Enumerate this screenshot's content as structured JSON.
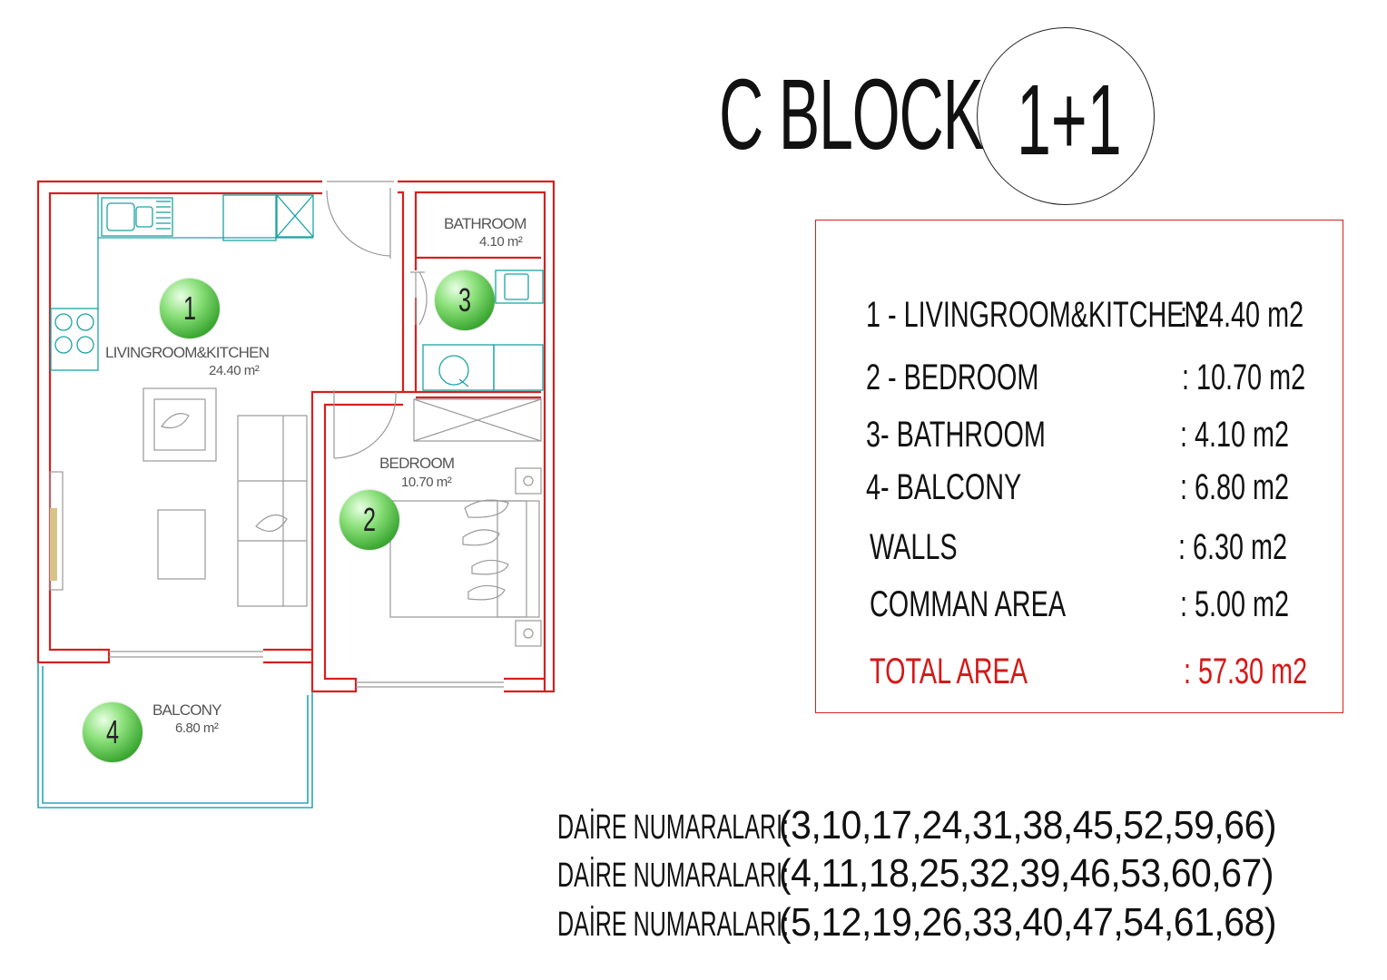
{
  "header": {
    "block_title": "C BLOCK",
    "unit_type": "1+1"
  },
  "rooms": [
    {
      "id": "1",
      "name": "LIVINGROOM&KITCHEN",
      "area": "24.40 m²"
    },
    {
      "id": "2",
      "name": "BEDROOM",
      "area": "10.70 m²"
    },
    {
      "id": "3",
      "name": "BATHROOM",
      "area": "4.10 m²"
    },
    {
      "id": "4",
      "name": "BALCONY",
      "area": "6.80 m²"
    }
  ],
  "area_table": [
    {
      "label": "1 - LIVINGROOM&KITCHEN",
      "value": ": 24.40 m2"
    },
    {
      "label": "2 - BEDROOM",
      "value": ": 10.70 m2"
    },
    {
      "label": "3- BATHROOM",
      "value": ": 4.10 m2"
    },
    {
      "label": "4- BALCONY",
      "value": ": 6.80 m2"
    },
    {
      "label": "WALLS",
      "value": ": 6.30 m2"
    },
    {
      "label": "COMMAN AREA",
      "value": ": 5.00 m2"
    },
    {
      "label": "TOTAL AREA",
      "value": ": 57.30 m2"
    }
  ],
  "apartment_numbers": [
    {
      "label": "DAİRE NUMARALARI:",
      "values": "(3,10,17,24,31,38,45,52,59,66)"
    },
    {
      "label": "DAİRE NUMARALARI:",
      "values": "(4,11,18,25,32,39,46,53,60,67)"
    },
    {
      "label": "DAİRE NUMARALARI:",
      "values": "(5,12,19,26,33,40,47,54,61,68)"
    }
  ],
  "colors": {
    "wall": "#d62020",
    "fixture": "#1aa3a3",
    "furniture": "#9a9a9a",
    "badge": "#46b13a",
    "total": "#d61818"
  }
}
